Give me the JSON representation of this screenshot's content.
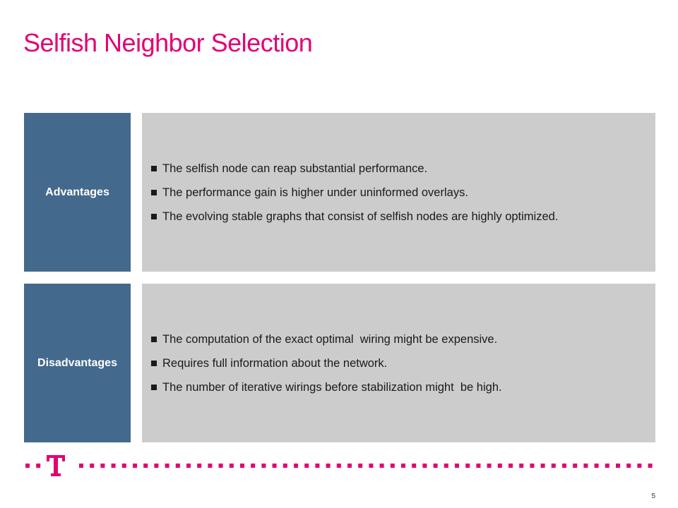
{
  "slide": {
    "title": "Selfish Neighbor Selection",
    "page_number": "5"
  },
  "advantages": {
    "label": "Advantages",
    "items": [
      "The selfish node can reap substantial performance.",
      "The performance gain is higher under uninformed overlays.",
      "The evolving stable graphs that consist of selfish nodes are highly optimized."
    ]
  },
  "disadvantages": {
    "label": "Disadvantages",
    "items": [
      "The computation of the exact optimal  wiring might be expensive.",
      "Requires full information about the network.",
      "The number of iterative wirings before stabilization might  be high."
    ]
  },
  "footer": {
    "logo_icon": "telekom-t-logo-icon"
  },
  "colors": {
    "brand_magenta": "#e20074",
    "label_blue": "#43698c",
    "content_gray": "#cccccc"
  }
}
